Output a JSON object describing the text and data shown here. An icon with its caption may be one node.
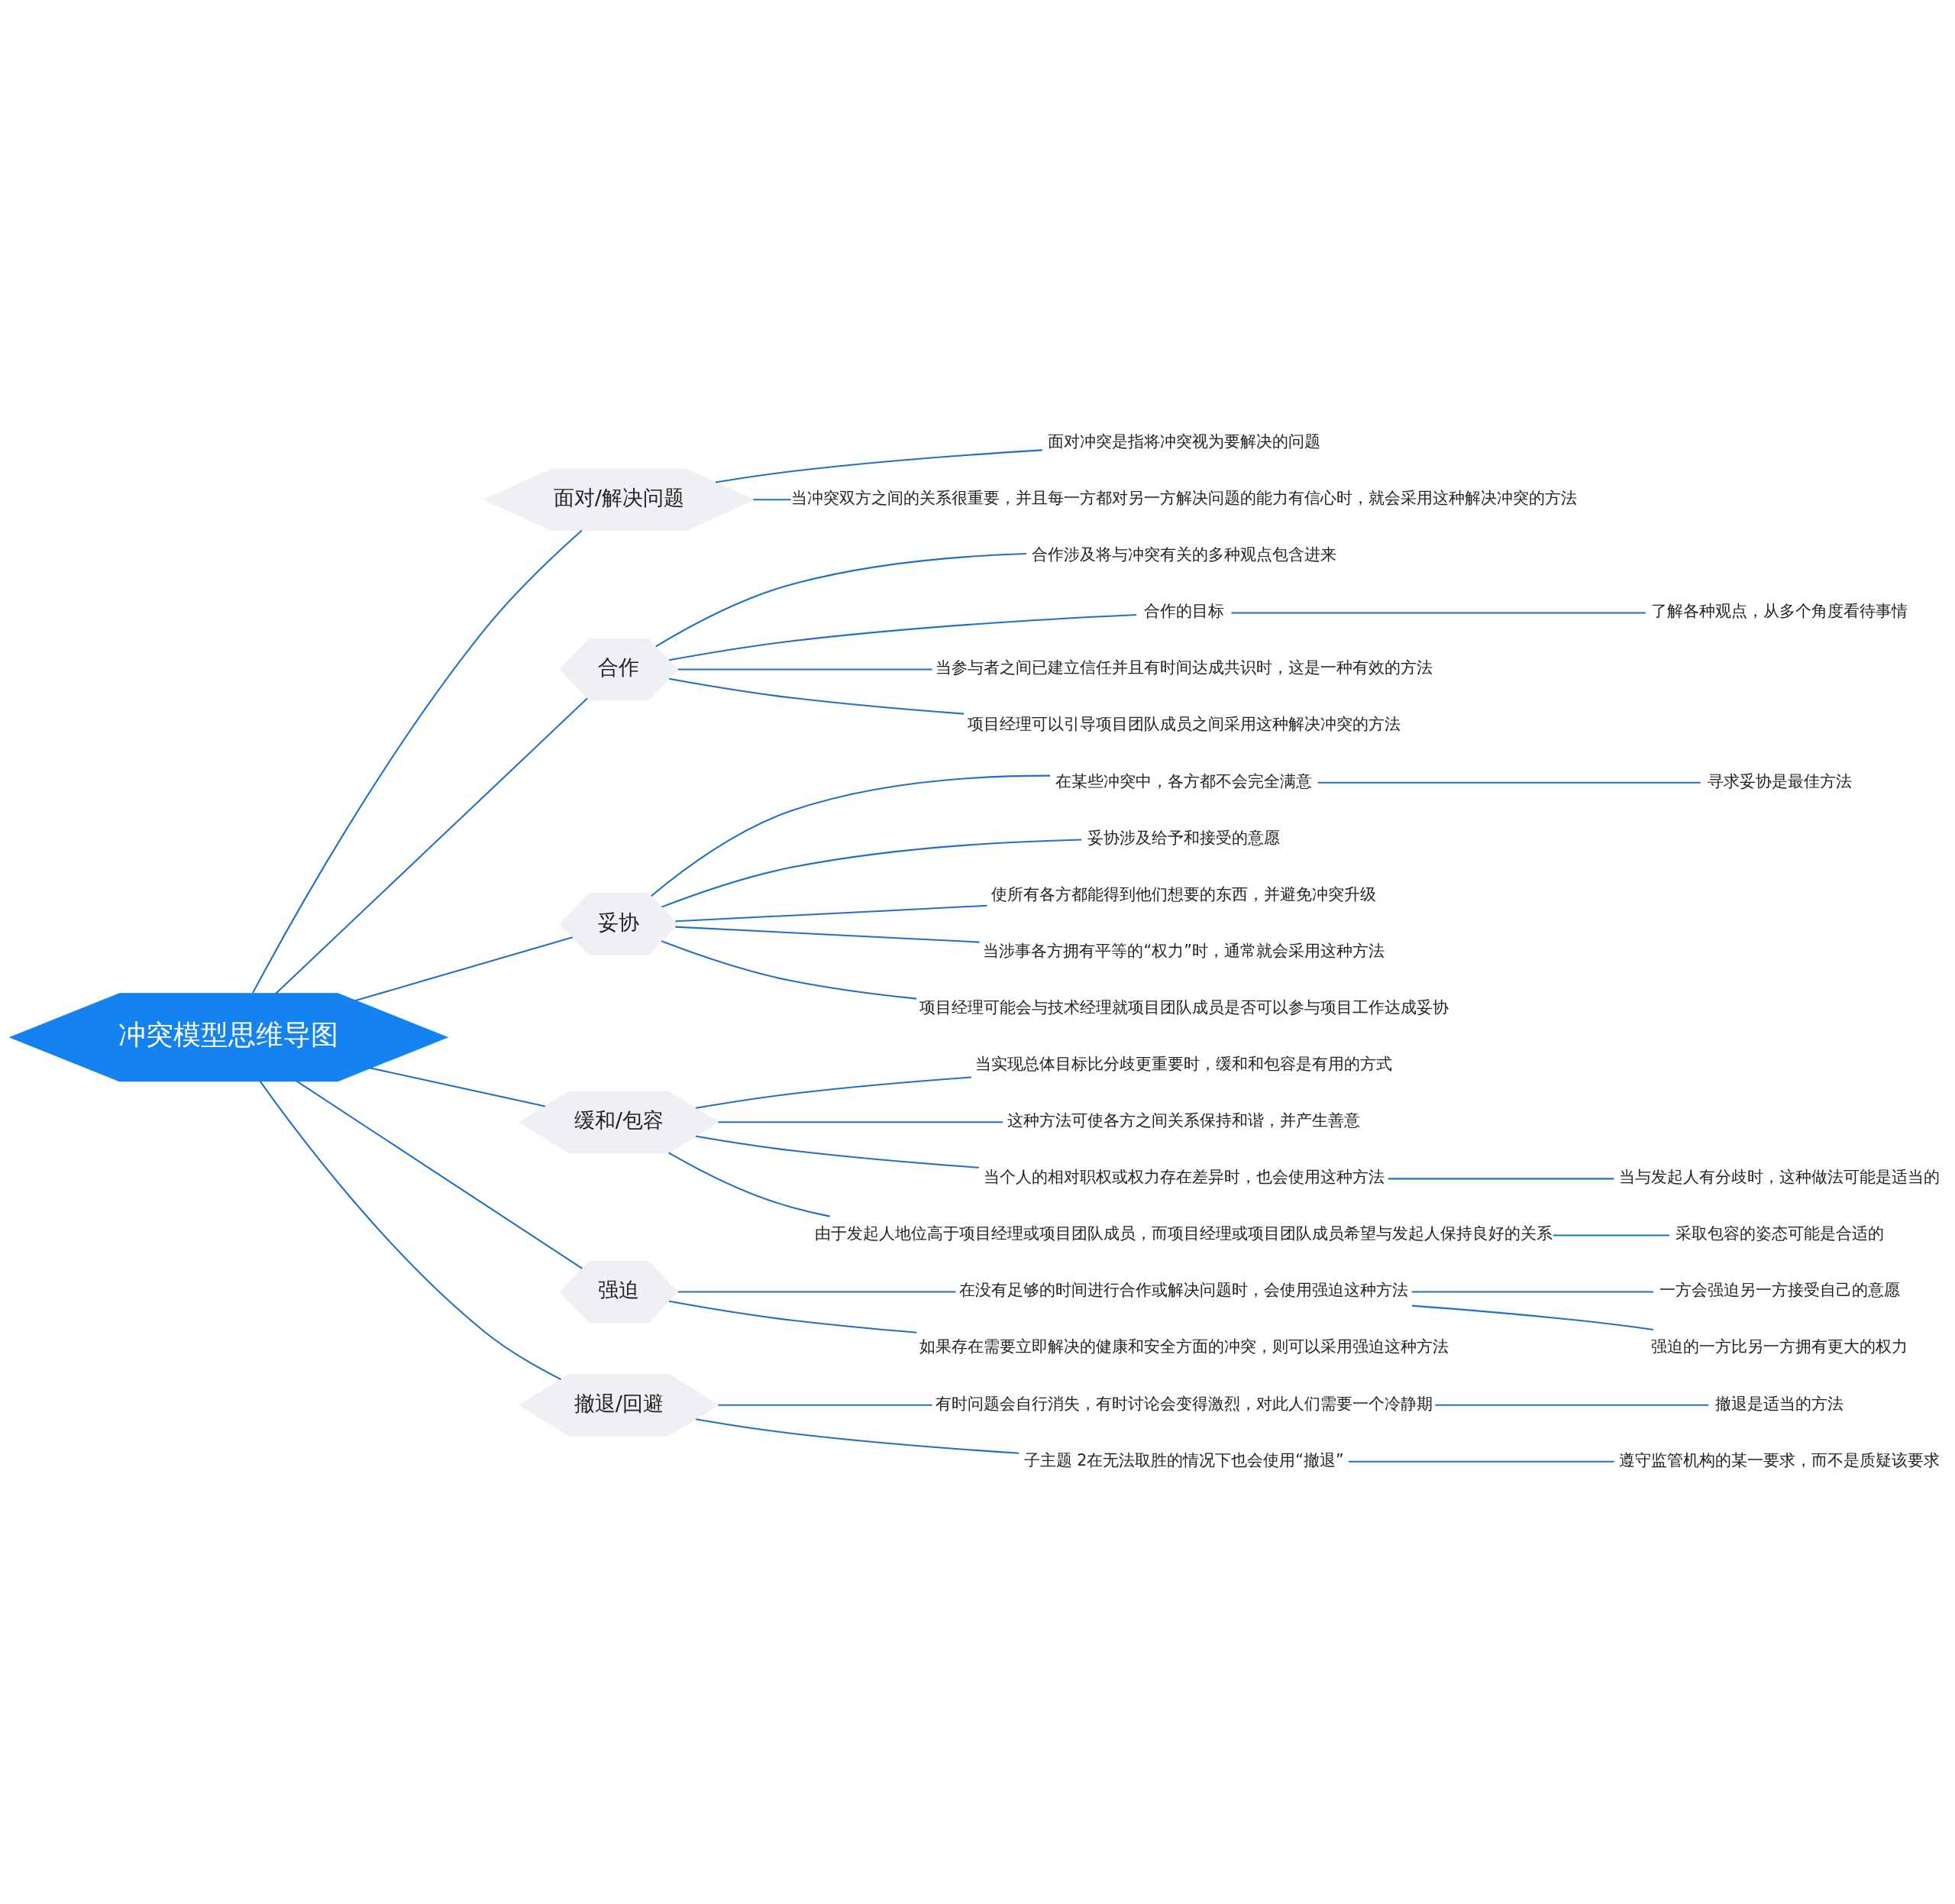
{
  "diagram": {
    "nodes": [
      {
        "text": [
          "冲突模型思维导图"
        ]
      },
      {
        "text": [
          "面对/解决问题"
        ]
      },
      {
        "text": [
          "面对冲突是指将冲突视为要解决的问题"
        ]
      },
      {
        "text": [
          "当冲突双方之间的关系很重要，并且每一方都对另一方解决问题的能力有信心时，就会采用这种解决冲突的方法"
        ]
      },
      {
        "text": [
          "合作"
        ]
      },
      {
        "text": [
          "合作涉及将与冲突有关的多种观点包含进来"
        ]
      },
      {
        "text": [
          "合作的目标"
        ]
      },
      {
        "text": [
          "了解各种观点，从多个角度看待事情"
        ]
      },
      {
        "text": [
          "当参与者之间已建立信任并且有时间达成共识时，这是一种有效的方法"
        ]
      },
      {
        "text": [
          "项目经理可以引导项目团队成员之间采用这种解决冲突的方法"
        ]
      },
      {
        "text": [
          "妥协"
        ]
      },
      {
        "text": [
          "在某些冲突中，各方都不会完全满意"
        ]
      },
      {
        "text": [
          "寻求妥协是最佳方法"
        ]
      },
      {
        "text": [
          "妥协涉及给予和接受的意愿"
        ]
      },
      {
        "text": [
          "使所有各方都能得到他们想要的东西，并避免冲突升级"
        ]
      },
      {
        "text": [
          "当涉事各方拥有平等的“权力”时，通常就会采用这种方法"
        ]
      },
      {
        "text": [
          "项目经理可能会与技术经理就项目团队成员是否可以参与项目工作达成妥协"
        ]
      },
      {
        "text": [
          "缓和/包容"
        ]
      },
      {
        "text": [
          "当实现总体目标比分歧更重要时，缓和和包容是有用的方式"
        ]
      },
      {
        "text": [
          "这种方法可使各方之间关系保持和谐，并产生善意"
        ]
      },
      {
        "text": [
          "当个人的相对职权或权力存在差异时，也会使用这种方法"
        ]
      },
      {
        "text": [
          "当与发起人有分歧时，这种做法可能是适当的"
        ]
      },
      {
        "text": [
          "由于发起人地位高于项目经理或项目团队成员，而项目经理或项目团队成员希望与发起人保持良好的关系"
        ]
      },
      {
        "text": [
          "采取包容的姿态可能是合适的"
        ]
      },
      {
        "text": [
          "强迫"
        ]
      },
      {
        "text": [
          "在没有足够的时间进行合作或解决问题时，会使用强迫这种方法"
        ]
      },
      {
        "text": [
          "一方会强迫另一方接受自己的意愿"
        ]
      },
      {
        "text": [
          "强迫的一方比另一方拥有更大的权力"
        ]
      },
      {
        "text": [
          "如果存在需要立即解决的健康和安全方面的冲突，则可以采用强迫这种方法"
        ]
      },
      {
        "text": [
          "撤退/回避"
        ]
      },
      {
        "text": [
          "有时问题会自行消失，有时讨论会变得激烈，对此人们需要一个冷静期"
        ]
      },
      {
        "text": [
          "撤退是适当的方法"
        ]
      },
      {
        "text": [
          "子主题 2在无法取胜的情况下也会使用“撤退”"
        ]
      },
      {
        "text": [
          "遵守监管机构的某一要求，而不是质疑该要求"
        ]
      }
    ],
    "edges": [
      {
        "from": 0,
        "to": 1,
        "arrow": "none"
      },
      {
        "from": 1,
        "to": 2,
        "arrow": "none"
      },
      {
        "from": 1,
        "to": 3,
        "arrow": "none"
      },
      {
        "from": 0,
        "to": 4,
        "arrow": "none"
      },
      {
        "from": 4,
        "to": 5,
        "arrow": "none"
      },
      {
        "from": 4,
        "to": 6,
        "arrow": "none"
      },
      {
        "from": 6,
        "to": 7,
        "arrow": "none"
      },
      {
        "from": 4,
        "to": 8,
        "arrow": "none"
      },
      {
        "from": 4,
        "to": 9,
        "arrow": "none"
      },
      {
        "from": 0,
        "to": 10,
        "arrow": "none"
      },
      {
        "from": 10,
        "to": 11,
        "arrow": "none"
      },
      {
        "from": 11,
        "to": 12,
        "arrow": "none"
      },
      {
        "from": 10,
        "to": 13,
        "arrow": "none"
      },
      {
        "from": 10,
        "to": 14,
        "arrow": "none"
      },
      {
        "from": 10,
        "to": 15,
        "arrow": "none"
      },
      {
        "from": 10,
        "to": 16,
        "arrow": "none"
      },
      {
        "from": 0,
        "to": 17,
        "arrow": "none"
      },
      {
        "from": 17,
        "to": 18,
        "arrow": "none"
      },
      {
        "from": 17,
        "to": 19,
        "arrow": "none"
      },
      {
        "from": 17,
        "to": 20,
        "arrow": "none"
      },
      {
        "from": 20,
        "to": 21,
        "arrow": "none"
      },
      {
        "from": 17,
        "to": 22,
        "arrow": "none"
      },
      {
        "from": 22,
        "to": 23,
        "arrow": "none"
      },
      {
        "from": 0,
        "to": 24,
        "arrow": "none"
      },
      {
        "from": 24,
        "to": 25,
        "arrow": "none"
      },
      {
        "from": 25,
        "to": 26,
        "arrow": "none"
      },
      {
        "from": 25,
        "to": 27,
        "arrow": "none"
      },
      {
        "from": 24,
        "to": 28,
        "arrow": "none"
      },
      {
        "from": 0,
        "to": 29,
        "arrow": "none"
      },
      {
        "from": 29,
        "to": 30,
        "arrow": "none"
      },
      {
        "from": 30,
        "to": 31,
        "arrow": "none"
      },
      {
        "from": 29,
        "to": 32,
        "arrow": "none"
      },
      {
        "from": 32,
        "to": 33,
        "arrow": "none"
      }
    ]
  }
}
